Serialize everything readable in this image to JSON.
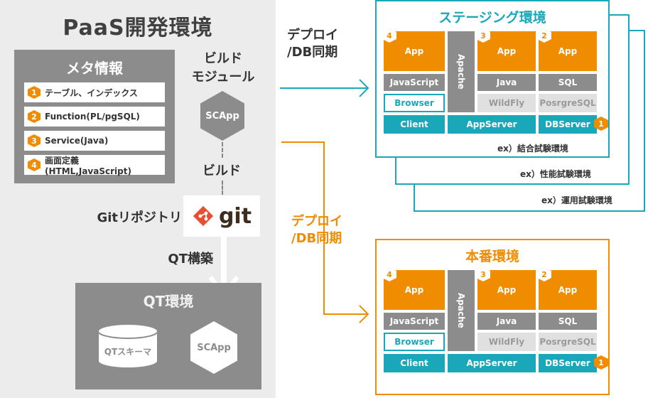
{
  "title": "PaaS開発環境",
  "meta": {
    "title": "メタ情報",
    "items": [
      {
        "num": "1",
        "label": "テーブル、インデックス"
      },
      {
        "num": "2",
        "label": "Function(PL/pgSQL)"
      },
      {
        "num": "3",
        "label": "Service(Java)"
      },
      {
        "num": "4",
        "label": "画面定義(HTML,JavaScript)"
      }
    ]
  },
  "build_module": {
    "line1": "ビルド",
    "line2": "モジュール"
  },
  "scapp_label": "SCApp",
  "build_label": "ビルド",
  "git_repo_label": "Gitリポジトリ",
  "git_logo": "git",
  "qt_build_label": "QT構築",
  "qt_env": {
    "title": "QT環境",
    "schema": "QTスキーマ",
    "scapp": "SCApp"
  },
  "deploy_top": {
    "line1": "デプロイ",
    "line2": "/DB同期"
  },
  "deploy_bottom": {
    "line1": "デプロイ",
    "line2": "/DB同期"
  },
  "staging": {
    "title": "ステージング環境",
    "ex_labels": [
      "ex）結合試験環境",
      "ex）性能試験環境",
      "ex）運用試験環境"
    ]
  },
  "production": {
    "title": "本番環境"
  },
  "stack": {
    "app": "App",
    "apache": "Apache",
    "javascript": "JavaScript",
    "java": "Java",
    "sql": "SQL",
    "browser": "Browser",
    "wildfly": "WildFly",
    "posgre": "PosrgreSQL",
    "client": "Client",
    "appserver": "AppServer",
    "dbserver": "DBServer",
    "badges": [
      "4",
      "3",
      "2",
      "1"
    ]
  },
  "colors": {
    "orange": "#f08c00",
    "teal": "#1aa7b9",
    "grey": "#8c8c8c",
    "panel": "#ececec"
  }
}
